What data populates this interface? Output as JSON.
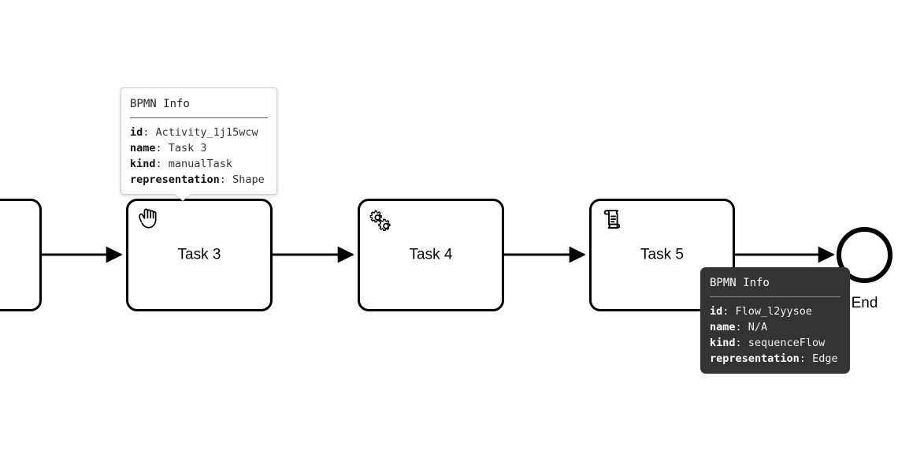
{
  "diagram": {
    "type": "bpmn-process-diagram",
    "background": "#ffffff",
    "stroke_color": "#000000"
  },
  "nodes": [
    {
      "id": "task-partial-left",
      "name": "",
      "shape": "task",
      "icon": "",
      "clipped": true
    },
    {
      "id": "task-3",
      "name": "Task 3",
      "shape": "task",
      "icon": "hand-icon",
      "kind": "manualTask"
    },
    {
      "id": "task-4",
      "name": "Task 4",
      "shape": "task",
      "icon": "gears-icon",
      "kind": "serviceTask"
    },
    {
      "id": "task-5",
      "name": "Task 5",
      "shape": "task",
      "icon": "script-scroll-icon",
      "kind": "scriptTask"
    },
    {
      "id": "end-event",
      "name": "End",
      "shape": "end-event",
      "icon": "end-circle-icon"
    }
  ],
  "tooltips": {
    "shape_tooltip": {
      "theme": "light",
      "title": "BPMN Info",
      "rows": [
        {
          "key": "id",
          "sep": ": ",
          "value": "Activity_1j15wcw"
        },
        {
          "key": "name",
          "sep": ": ",
          "value": "Task 3"
        },
        {
          "key": "kind",
          "sep": ": ",
          "value": "manualTask"
        },
        {
          "key": "representation",
          "sep": ": ",
          "value": "Shape"
        }
      ]
    },
    "edge_tooltip": {
      "theme": "dark",
      "title": "BPMN Info",
      "rows": [
        {
          "key": "id",
          "sep": ": ",
          "value": "Flow_l2yysoe"
        },
        {
          "key": "name",
          "sep": ": ",
          "value": "N/A"
        },
        {
          "key": "kind",
          "sep": ": ",
          "value": "sequenceFlow"
        },
        {
          "key": "representation",
          "sep": ": ",
          "value": "Edge"
        }
      ]
    }
  },
  "colors": {
    "tooltip_dark_bg": "#333333",
    "tooltip_light_bg": "#ffffff",
    "stroke": "#000000"
  }
}
